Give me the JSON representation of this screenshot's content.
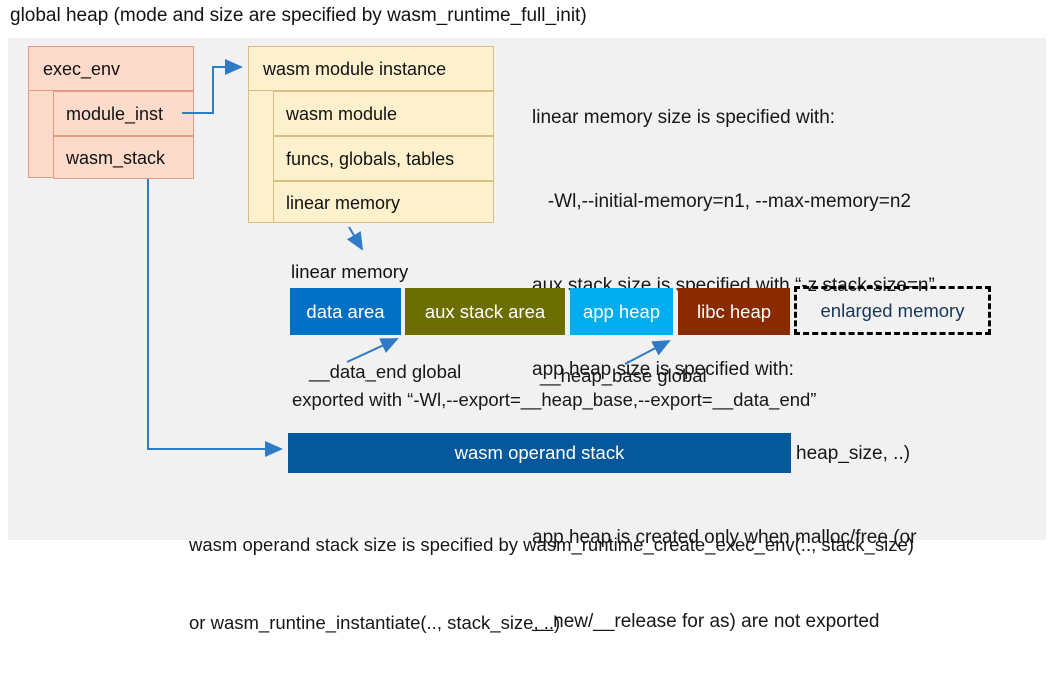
{
  "title": "global heap (mode and size are specified by wasm_runtime_full_init)",
  "exec_env_box": {
    "header": "exec_env",
    "rows": [
      "module_inst",
      "wasm_stack"
    ]
  },
  "module_instance_box": {
    "header": "wasm module instance",
    "rows": [
      "wasm module",
      "funcs, globals, tables",
      "linear memory"
    ]
  },
  "right_notes": {
    "lines": [
      "linear memory size is specified with:",
      "   -Wl,--initial-memory=n1, --max-memory=n2",
      "aux stack size is specified with “-z stack-size=n”",
      "app heap size is specified with:",
      "   wasm_runtime_instantiate(.., heap_size, ..)",
      "app heap is created only when malloc/free (or",
      "__new/__release for as) are not exported"
    ]
  },
  "linear_memory": {
    "label": "linear memory",
    "segments": [
      {
        "label": "data area",
        "color": "#0071c5"
      },
      {
        "label": "aux stack area",
        "color": "#6c6e00"
      },
      {
        "label": "app heap",
        "color": "#00aeef"
      },
      {
        "label": "libc heap",
        "color": "#8a2a00"
      },
      {
        "label": "enlarged memory",
        "color": "",
        "style": "dashed"
      }
    ],
    "data_end_label": "__data_end global",
    "heap_base_label": "__heap_base global",
    "export_note": "exported with “-Wl,--export=__heap_base,--export=__data_end”"
  },
  "operand_stack": {
    "bar_label": "wasm operand stack",
    "notes": [
      "wasm operand stack size is specified by wasm_runtime_create_exec_env(.., stack_size)",
      "or wasm_runtine_instantiate(.., stack_size, ..)"
    ]
  },
  "colors": {
    "canvas_bg": "#f1f1f1",
    "exec_env_fill": "#fcdbca",
    "exec_env_border": "#e39b85",
    "module_fill": "#fdf0cc",
    "module_border": "#d9be81",
    "operand_bar": "#05589b",
    "arrow": "#2f7bc8",
    "enlarged_text_color": "#17365d",
    "dashed_border": "#000000"
  }
}
